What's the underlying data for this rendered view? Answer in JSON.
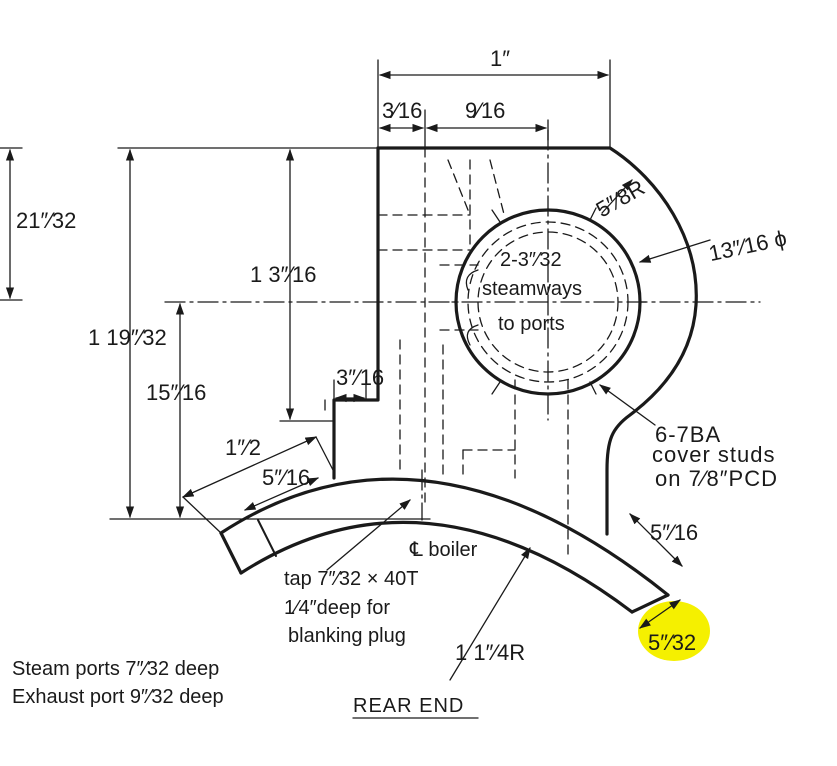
{
  "dimensions": {
    "width_overall": "1″",
    "offset_a": "3⁄16",
    "offset_b": "9⁄16",
    "left_height": "21″⁄32",
    "height_1_3_16": "1 3″⁄16",
    "height_1_19_32": "1 19″⁄32",
    "height_15_16": "15″⁄16",
    "step_3_16": "3″⁄16",
    "arc_half": "1″⁄2",
    "arc_5_16": "5″⁄16",
    "radius_5_8": "5″⁄8R",
    "dia_13_16": "13″⁄16 ϕ",
    "right_5_16": "5″⁄16",
    "right_5_32": "5″⁄32",
    "boiler_radius": "1 1″⁄4R"
  },
  "labels": {
    "steamways_count": "2-3″⁄32",
    "steamways_1": "steamways",
    "steamways_2": "to ports",
    "studs_1": "6-7BA",
    "studs_2": "cover studs",
    "studs_3": "on 7⁄8″PCD",
    "centreline": "℄ boiler",
    "tap_1": "tap 7″⁄32 × 40T",
    "tap_2": "1⁄4″deep for",
    "tap_3": "blanking plug",
    "steam_ports": "Steam ports 7″⁄32 deep",
    "exhaust_port": "Exhaust port 9″⁄32 deep",
    "view_title": "REAR END"
  },
  "highlight_color": "#f5f000",
  "line_color": "#1a1a1a"
}
